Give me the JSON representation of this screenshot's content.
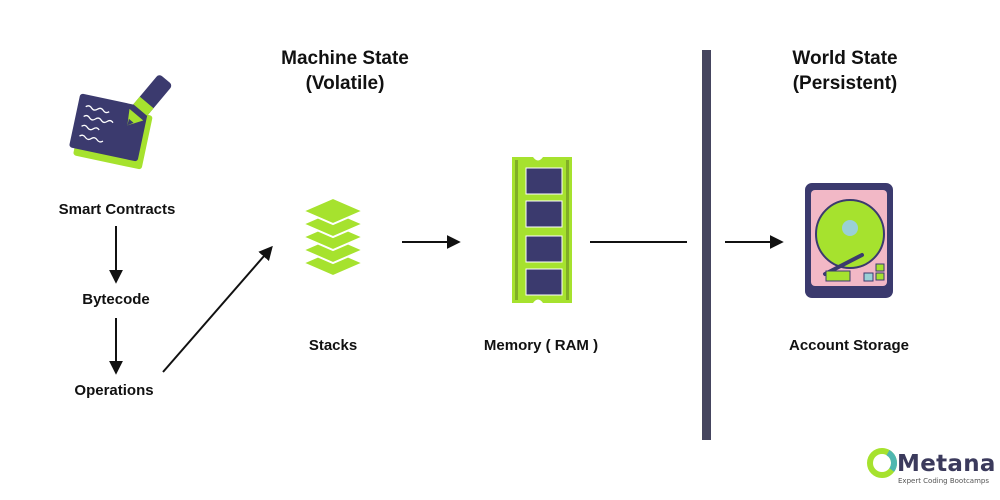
{
  "headings": {
    "machine_state_title": "Machine State",
    "machine_state_sub": "(Volatile)",
    "world_state_title": "World State",
    "world_state_sub": "(Persistent)"
  },
  "nodes": {
    "smart_contracts": "Smart Contracts",
    "bytecode": "Bytecode",
    "operations": "Operations",
    "stacks": "Stacks",
    "memory": "Memory ( RAM )",
    "account_storage": "Account Storage"
  },
  "logo": {
    "name": "Metana",
    "tagline": "Expert Coding Bootcamps"
  },
  "colors": {
    "accent_green": "#a6e22e",
    "navy": "#3b3a6e",
    "divider": "#45455f",
    "pink": "#f2b8c6"
  },
  "icons": [
    "contract-pen-icon",
    "stack-layers-icon",
    "ram-module-icon",
    "hard-drive-icon"
  ]
}
